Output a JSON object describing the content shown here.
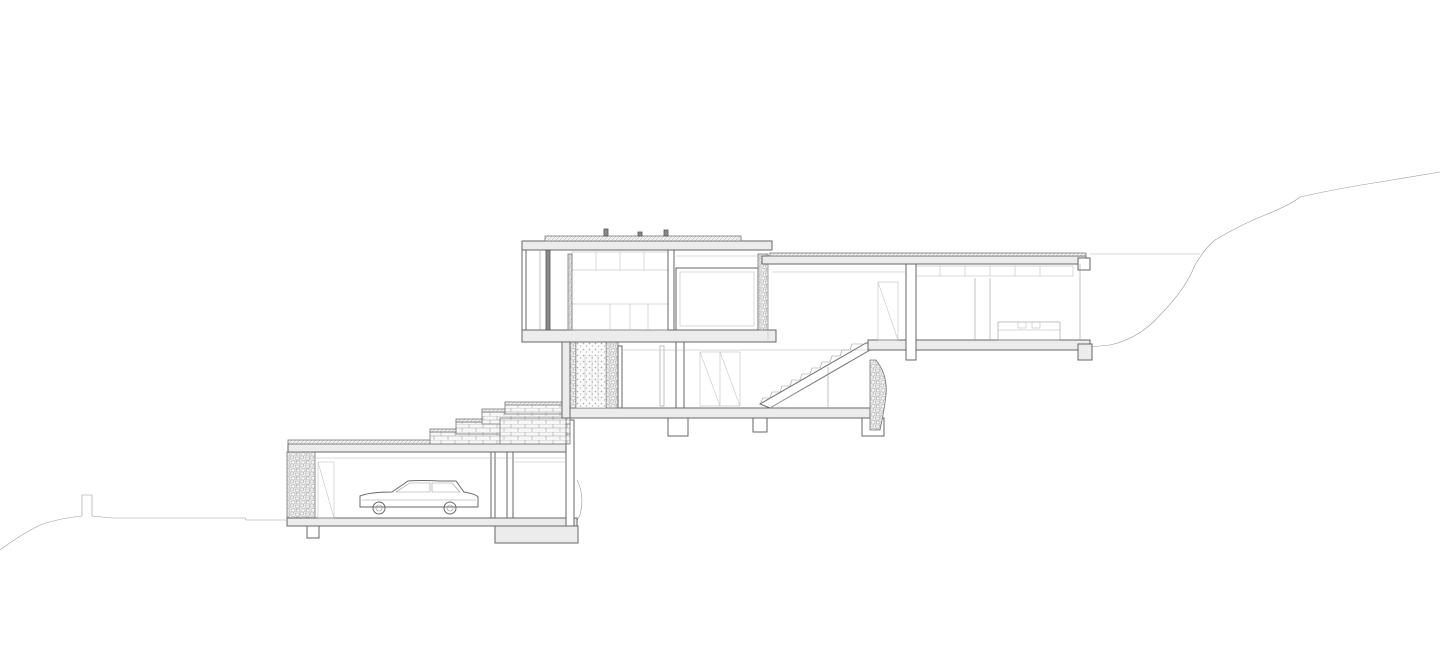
{
  "drawing": {
    "line_color": "#6a6a6a",
    "background": "#ffffff",
    "components": [
      "terrain-line",
      "garage-level",
      "car",
      "exterior-stairs",
      "middle-level",
      "interior-stair",
      "upper-level-box",
      "cantilever-wing",
      "sofa"
    ]
  }
}
